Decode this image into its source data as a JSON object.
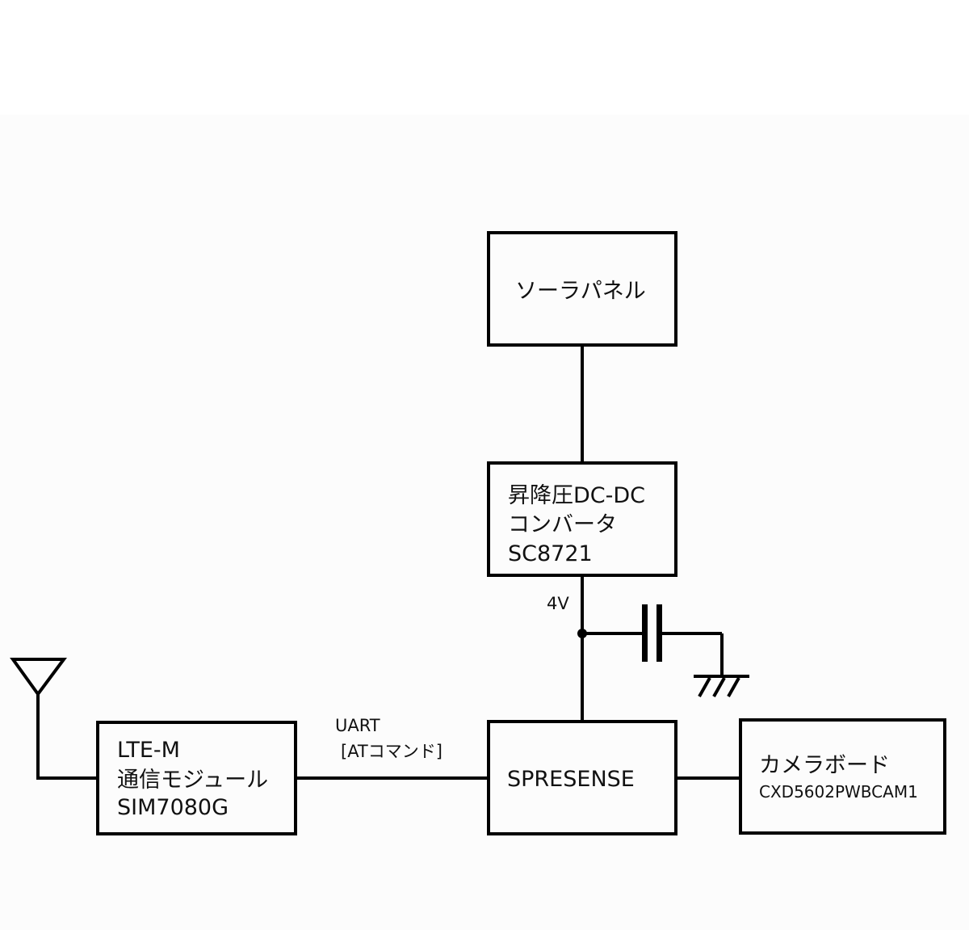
{
  "diagram": {
    "type": "block-diagram",
    "blocks": {
      "solar_panel": {
        "lines": [
          "ソーラパネル"
        ]
      },
      "dcdc": {
        "lines": [
          "昇降圧DC-DC",
          "コンバータ",
          "SC8721"
        ]
      },
      "lte": {
        "lines": [
          "LTE-M",
          "通信モジュール",
          "SIM7080G"
        ]
      },
      "spresense": {
        "lines": [
          "SPRESENSE"
        ]
      },
      "camera": {
        "lines": [
          "カメラボード",
          "CXD5602PWBCAM1"
        ]
      }
    },
    "labels": {
      "voltage": "4V",
      "uart": "UART",
      "at_command": "[ATコマンド]"
    },
    "connections": [
      {
        "from": "solar_panel",
        "to": "dcdc"
      },
      {
        "from": "dcdc",
        "to": "spresense",
        "label": "4V"
      },
      {
        "from": "4V-node",
        "to": "capacitor",
        "then": "ground"
      },
      {
        "from": "lte",
        "to": "spresense",
        "label": "UART [ATコマンド]"
      },
      {
        "from": "spresense",
        "to": "camera"
      },
      {
        "from": "antenna",
        "to": "lte"
      }
    ],
    "colors": {
      "line": "#000000",
      "text": "#111111",
      "background": "#fcfcfc"
    }
  }
}
